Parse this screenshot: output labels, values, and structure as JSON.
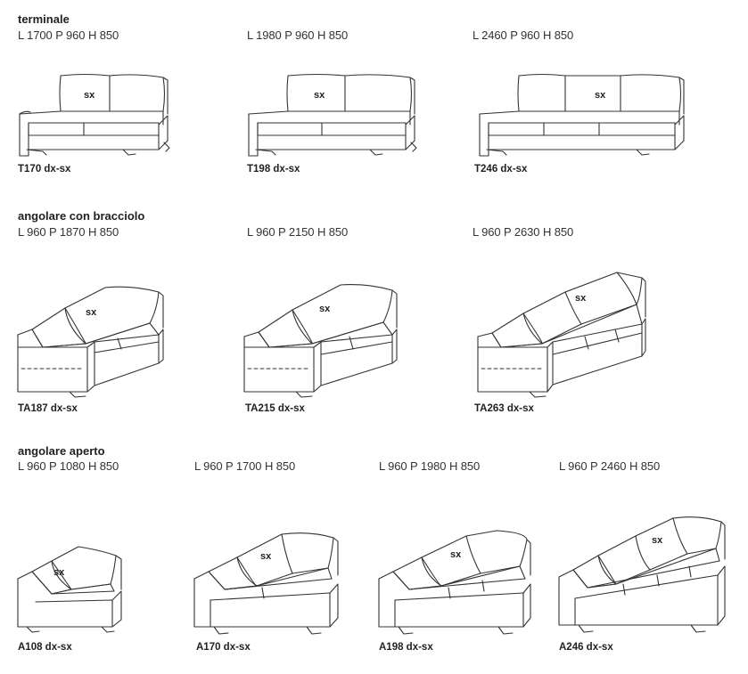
{
  "sections": [
    {
      "title": "terminale",
      "items": [
        {
          "dims": "L 1700 P 960 H 850",
          "code": "T170 dx-sx",
          "side_label": "sx"
        },
        {
          "dims": "L 1980 P 960 H 850",
          "code": "T198 dx-sx",
          "side_label": "sx"
        },
        {
          "dims": "L 2460 P 960 H 850",
          "code": "T246 dx-sx",
          "side_label": "sx"
        }
      ]
    },
    {
      "title": "angolare con bracciolo",
      "items": [
        {
          "dims": "L 960 P 1870 H 850",
          "code": "TA187 dx-sx",
          "side_label": "sx"
        },
        {
          "dims": "L 960 P 2150 H 850",
          "code": "TA215 dx-sx",
          "side_label": "sx"
        },
        {
          "dims": "L 960 P 2630 H 850",
          "code": "TA263 dx-sx",
          "side_label": "sx"
        }
      ]
    },
    {
      "title": "angolare aperto",
      "items": [
        {
          "dims": "L 960 P 1080 H 850",
          "code": "A108 dx-sx",
          "side_label": "sx"
        },
        {
          "dims": "L 960 P 1700 H 850",
          "code": "A170 dx-sx",
          "side_label": "sx"
        },
        {
          "dims": "L 960 P 1980 H 850",
          "code": "A198 dx-sx",
          "side_label": "sx"
        },
        {
          "dims": "L 960 P 2460 H 850",
          "code": "A246 dx-sx",
          "side_label": "sx"
        }
      ]
    }
  ]
}
